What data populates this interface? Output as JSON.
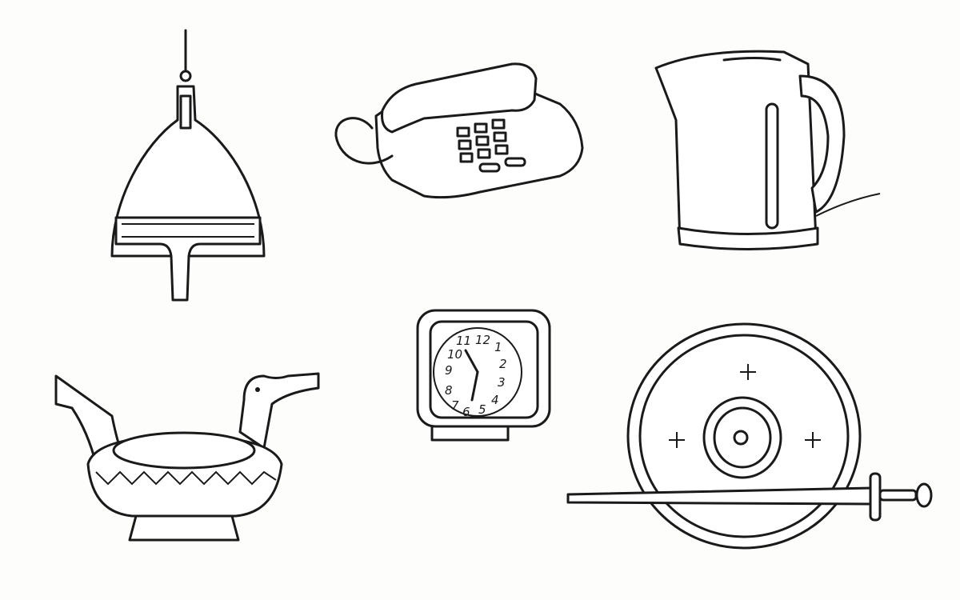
{
  "page": {
    "background": "#fdfdfb",
    "line_color": "#1a1a1a"
  },
  "items": [
    {
      "name": "helmet",
      "icon": "helmet-icon"
    },
    {
      "name": "telephone",
      "icon": "telephone-icon"
    },
    {
      "name": "kettle",
      "icon": "kettle-icon"
    },
    {
      "name": "duck-bowl",
      "icon": "ladle-icon"
    },
    {
      "name": "alarm-clock",
      "icon": "clock-icon"
    },
    {
      "name": "shield-and-sword",
      "icon": "shield-icon"
    }
  ],
  "clock": {
    "numerals": [
      "12",
      "1",
      "2",
      "3",
      "4",
      "5",
      "6",
      "7",
      "8",
      "9",
      "10",
      "11"
    ]
  }
}
